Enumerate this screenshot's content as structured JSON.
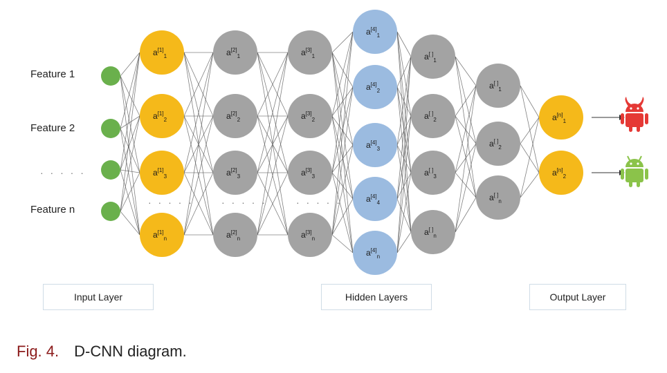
{
  "features": {
    "labels": [
      "Feature 1",
      "Feature 2",
      "· · · · ·",
      "Feature n"
    ]
  },
  "layers": [
    {
      "id": "input",
      "color": "#6ab04c",
      "nodes": [
        "",
        "",
        "",
        ""
      ]
    },
    {
      "id": "l1",
      "color": "#f5b91a",
      "nodes": [
        {
          "base": "a",
          "sup": "[1]",
          "sub": "1"
        },
        {
          "base": "a",
          "sup": "[1]",
          "sub": "2"
        },
        {
          "base": "a",
          "sup": "[1]",
          "sub": "3"
        },
        {
          "base": "a",
          "sup": "[1]",
          "sub": "n"
        }
      ],
      "gap_dots": "· · · · ·"
    },
    {
      "id": "l2",
      "color": "#a3a3a3",
      "nodes": [
        {
          "base": "a",
          "sup": "[2]",
          "sub": "1"
        },
        {
          "base": "a",
          "sup": "[2]",
          "sub": "2"
        },
        {
          "base": "a",
          "sup": "[2]",
          "sub": "3"
        },
        {
          "base": "a",
          "sup": "[2]",
          "sub": "n"
        }
      ],
      "gap_dots": "· · · · ·"
    },
    {
      "id": "l3",
      "color": "#a3a3a3",
      "nodes": [
        {
          "base": "a",
          "sup": "[3]",
          "sub": "1"
        },
        {
          "base": "a",
          "sup": "[3]",
          "sub": "2"
        },
        {
          "base": "a",
          "sup": "[3]",
          "sub": "3"
        },
        {
          "base": "a",
          "sup": "[3]",
          "sub": "n"
        }
      ],
      "gap_dots": "· · · · ·"
    },
    {
      "id": "l4",
      "color": "#9bbbe0",
      "nodes": [
        {
          "base": "a",
          "sup": "[4]",
          "sub": "1"
        },
        {
          "base": "a",
          "sup": "[4]",
          "sub": "2"
        },
        {
          "base": "a",
          "sup": "[4]",
          "sub": "3"
        },
        {
          "base": "a",
          "sup": "[4]",
          "sub": "4"
        },
        {
          "base": "a",
          "sup": "[4]",
          "sub": "n"
        }
      ]
    },
    {
      "id": "l5",
      "color": "#a3a3a3",
      "nodes": [
        {
          "base": "a",
          "sup": "[ ]",
          "sub": "1"
        },
        {
          "base": "a",
          "sup": "[ ]",
          "sub": "2"
        },
        {
          "base": "a",
          "sup": "[ ]",
          "sub": "3"
        },
        {
          "base": "a",
          "sup": "[ ]",
          "sub": "n"
        }
      ]
    },
    {
      "id": "l6",
      "color": "#a3a3a3",
      "nodes": [
        {
          "base": "a",
          "sup": "[ ]",
          "sub": "1"
        },
        {
          "base": "a",
          "sup": "[ ]",
          "sub": "2"
        },
        {
          "base": "a",
          "sup": "[ ]",
          "sub": "n"
        }
      ]
    },
    {
      "id": "output",
      "color": "#f5b91a",
      "nodes": [
        {
          "base": "a",
          "sup": "[n]",
          "sub": "1"
        },
        {
          "base": "a",
          "sup": "[n]",
          "sub": "2"
        }
      ]
    }
  ],
  "outputs": [
    {
      "icon": "malicious-android-icon",
      "color": "#e53935"
    },
    {
      "icon": "benign-android-icon",
      "color": "#8bc34a"
    }
  ],
  "layer_labels": {
    "input": "Input Layer",
    "hidden": "Hidden Layers",
    "output": "Output Layer"
  },
  "caption": {
    "fig": "Fig. 4.",
    "text": "D-CNN diagram."
  }
}
